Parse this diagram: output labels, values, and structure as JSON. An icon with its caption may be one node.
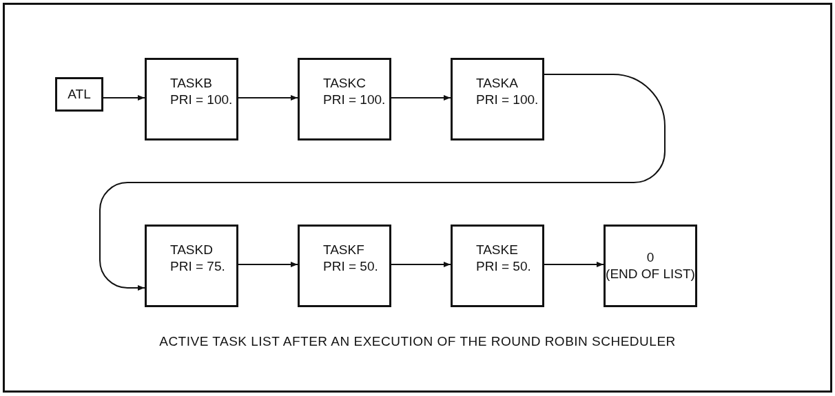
{
  "diagram": {
    "caption": "ACTIVE TASK LIST AFTER AN EXECUTION OF THE ROUND ROBIN SCHEDULER",
    "nodes": [
      {
        "text": [
          "ATL"
        ]
      },
      {
        "text": [
          "TASKB",
          "PRI = 100."
        ]
      },
      {
        "text": [
          "TASKC",
          "PRI = 100."
        ]
      },
      {
        "text": [
          "TASKA",
          "PRI = 100."
        ]
      },
      {
        "text": [
          "TASKD",
          "PRI = 75."
        ]
      },
      {
        "text": [
          "TASKF",
          "PRI = 50."
        ]
      },
      {
        "text": [
          "TASKE",
          "PRI = 50."
        ]
      },
      {
        "text": [
          "0",
          "(END OF LIST)"
        ]
      }
    ],
    "edges": [
      {
        "from": 0,
        "to": 1,
        "arrow": "to"
      },
      {
        "from": 1,
        "to": 2,
        "arrow": "to"
      },
      {
        "from": 2,
        "to": 3,
        "arrow": "to"
      },
      {
        "from": 3,
        "to": 4,
        "arrow": "to"
      },
      {
        "from": 4,
        "to": 5,
        "arrow": "to"
      },
      {
        "from": 5,
        "to": 6,
        "arrow": "to"
      },
      {
        "from": 6,
        "to": 7,
        "arrow": "to"
      }
    ]
  }
}
